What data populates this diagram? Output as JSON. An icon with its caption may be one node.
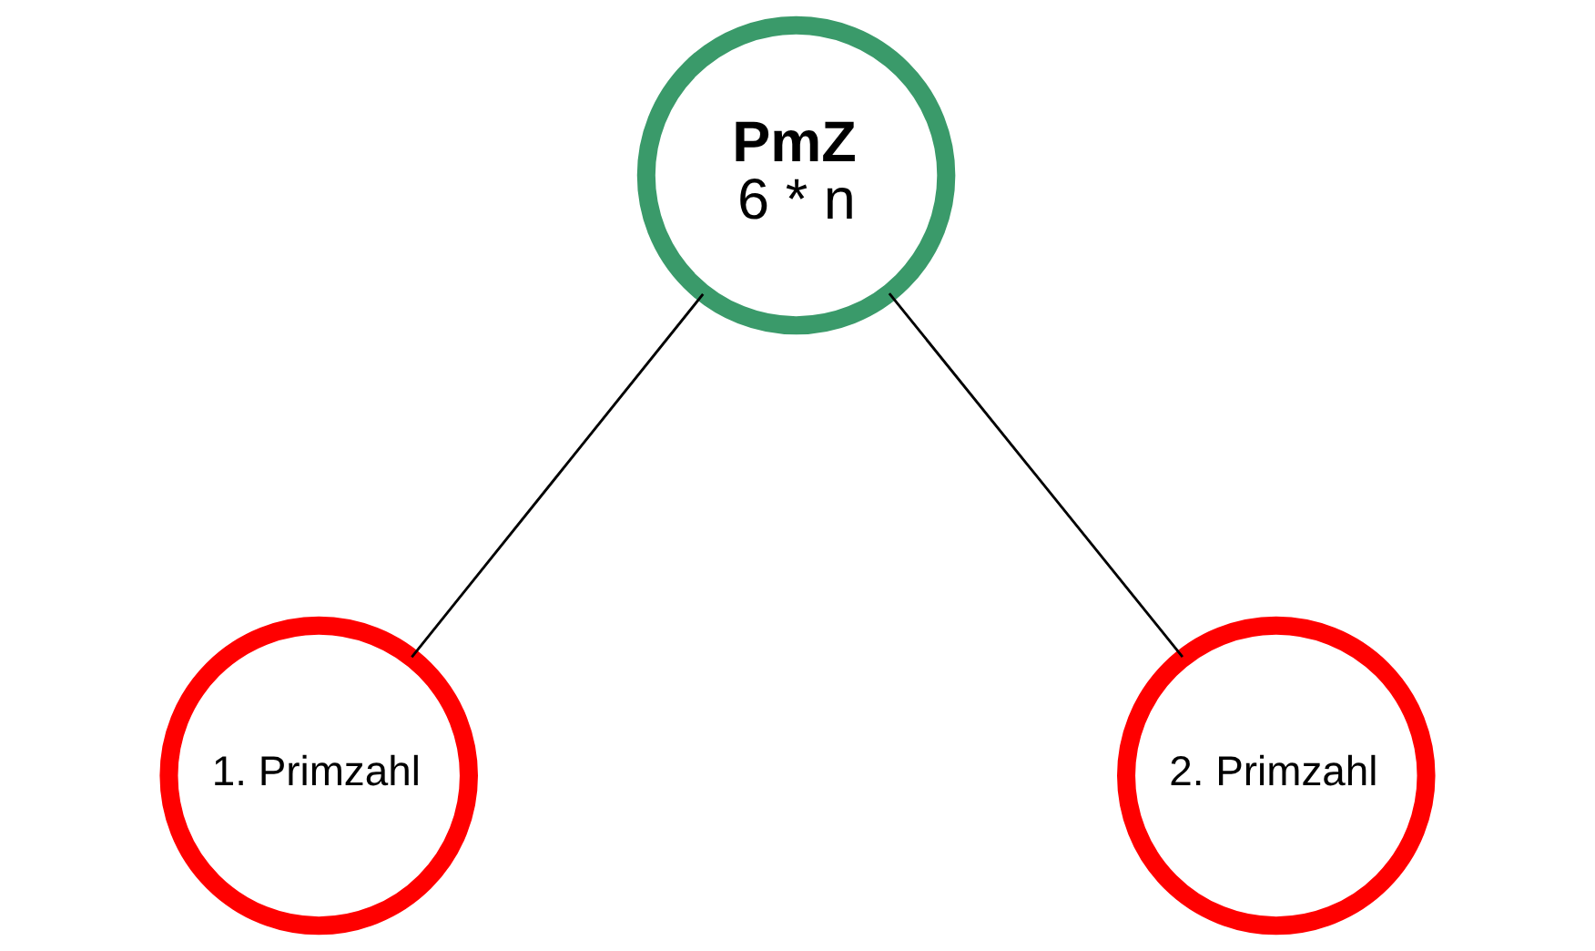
{
  "diagram": {
    "nodes": [
      {
        "text": [
          "PmZ",
          "6 * n"
        ]
      },
      {
        "text": [
          "1. Primzahl"
        ]
      },
      {
        "text": [
          "2. Primzahl"
        ]
      }
    ],
    "edges": [
      {
        "from": 0,
        "to": 1,
        "arrow": "none"
      },
      {
        "from": 0,
        "to": 2,
        "arrow": "none"
      }
    ]
  }
}
